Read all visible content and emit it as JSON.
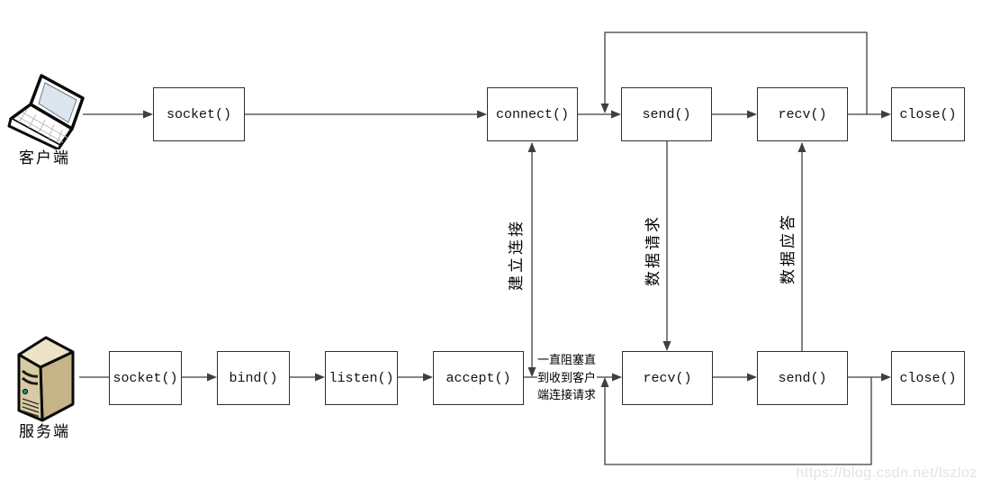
{
  "diagram": {
    "client": {
      "label": "客户端",
      "steps": [
        {
          "id": "socket",
          "label": "socket()"
        },
        {
          "id": "connect",
          "label": "connect()"
        },
        {
          "id": "send",
          "label": "send()"
        },
        {
          "id": "recv",
          "label": "recv()"
        },
        {
          "id": "close",
          "label": "close()"
        }
      ]
    },
    "server": {
      "label": "服务端",
      "steps": [
        {
          "id": "socket",
          "label": "socket()"
        },
        {
          "id": "bind",
          "label": "bind()"
        },
        {
          "id": "listen",
          "label": "listen()"
        },
        {
          "id": "accept",
          "label": "accept()"
        },
        {
          "id": "recv",
          "label": "recv()"
        },
        {
          "id": "send",
          "label": "send()"
        },
        {
          "id": "close",
          "label": "close()"
        }
      ]
    },
    "arrow_labels": {
      "establish_connection": "建立连接",
      "data_request": "数据请求",
      "data_response": "数据应答"
    },
    "notes": {
      "accept_blocking": "一直阻塞直到收到客户端连接请求"
    },
    "watermark": "https://blog.csdn.net/lszloz",
    "icons": [
      "laptop-icon",
      "server-tower-icon"
    ],
    "colors": {
      "line": "#3f3f3f",
      "box_border": "#2f2f2f",
      "watermark": "#e3e3e3",
      "laptop_screen": "#dce6f1",
      "tower_top": "#ece3c6",
      "tower_front": "#d8cba3",
      "tower_side": "#c5b488",
      "led": "#1f8f86"
    }
  }
}
